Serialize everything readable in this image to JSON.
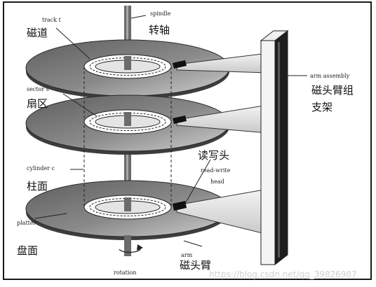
{
  "labels": {
    "spindle_en": "spindle",
    "spindle_zh": "转轴",
    "track_en": "track t",
    "track_zh": "磁道",
    "sector_en": "sector s",
    "sector_zh": "扇区",
    "cylinder_en": "cylinder c",
    "cylinder_zh": "柱面",
    "platter_en": "platter",
    "platter_zh": "盘面",
    "arm_assembly_en": "arm assembly",
    "arm_assembly_zh_line1": "磁头臂组",
    "arm_assembly_zh_line2": "支架",
    "read_write_head_zh": "读写头",
    "read_write_head_en_line1": "read-write",
    "read_write_head_en_line2": "head",
    "arm_en": "arm",
    "arm_zh": "磁头臂",
    "rotation_en": "rotation"
  },
  "watermark": "https://blog.csdn.net/qq_39826987",
  "colors": {
    "platter_dark": "#6a6a6a",
    "platter_light": "#bdbdbd",
    "frame": "#1a1a1a",
    "ink": "#111111"
  }
}
